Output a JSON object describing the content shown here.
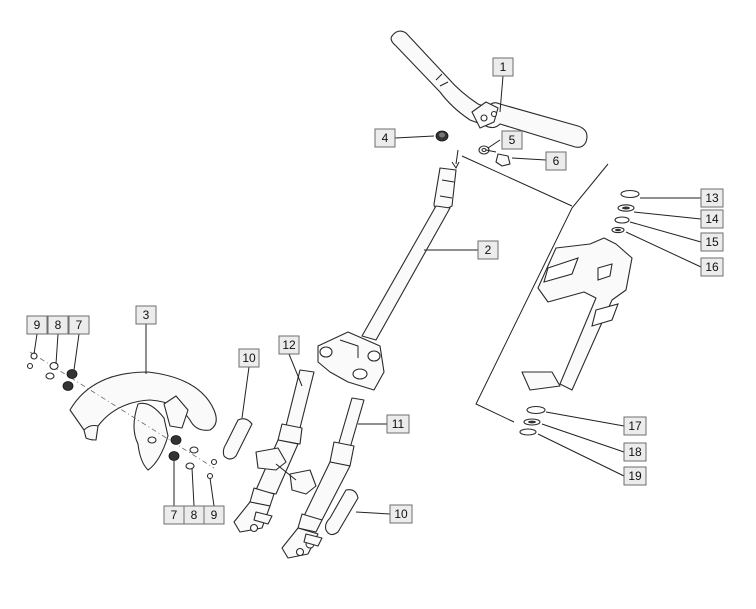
{
  "callouts": [
    {
      "id": "c1",
      "text": "1"
    },
    {
      "id": "c2",
      "text": "2"
    },
    {
      "id": "c3",
      "text": "3"
    },
    {
      "id": "c4",
      "text": "4"
    },
    {
      "id": "c5",
      "text": "5"
    },
    {
      "id": "c6",
      "text": "6"
    },
    {
      "id": "c7a",
      "text": "7"
    },
    {
      "id": "c7b",
      "text": "7"
    },
    {
      "id": "c8a",
      "text": "8"
    },
    {
      "id": "c8b",
      "text": "8"
    },
    {
      "id": "c9a",
      "text": "9"
    },
    {
      "id": "c9b",
      "text": "9"
    },
    {
      "id": "c10a",
      "text": "10"
    },
    {
      "id": "c10b",
      "text": "10"
    },
    {
      "id": "c11",
      "text": "11"
    },
    {
      "id": "c12",
      "text": "12"
    },
    {
      "id": "c13",
      "text": "13"
    },
    {
      "id": "c14",
      "text": "14"
    },
    {
      "id": "c15",
      "text": "15"
    },
    {
      "id": "c16",
      "text": "16"
    },
    {
      "id": "c17",
      "text": "17"
    },
    {
      "id": "c18",
      "text": "18"
    },
    {
      "id": "c19",
      "text": "19"
    }
  ]
}
